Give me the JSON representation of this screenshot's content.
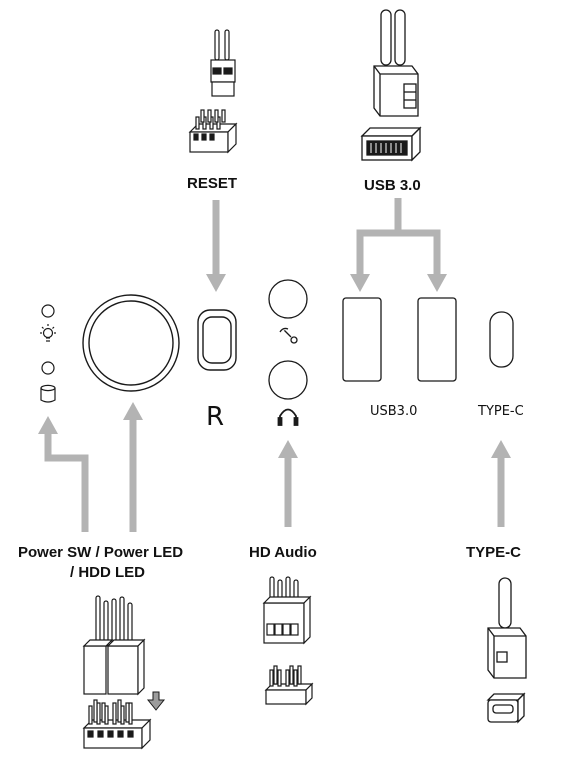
{
  "labels": {
    "reset": "RESET",
    "usb3_header": "USB 3.0",
    "reset_letter": "R",
    "usb3_port": "USB3.0",
    "typec_port": "TYPE-C",
    "power_line1": "Power SW / Power LED",
    "power_line2": "/ HDD LED",
    "hd_audio": "HD Audio",
    "typec_header": "TYPE-C"
  },
  "colors": {
    "arrow": "#b3b3b3",
    "line": "#1a1a1a",
    "fill": "#ffffff"
  },
  "icons": [
    "power-led-icon",
    "light-bulb-icon",
    "hdd-led-icon",
    "database-icon",
    "microphone-icon",
    "headphone-icon",
    "down-arrow-icon"
  ]
}
